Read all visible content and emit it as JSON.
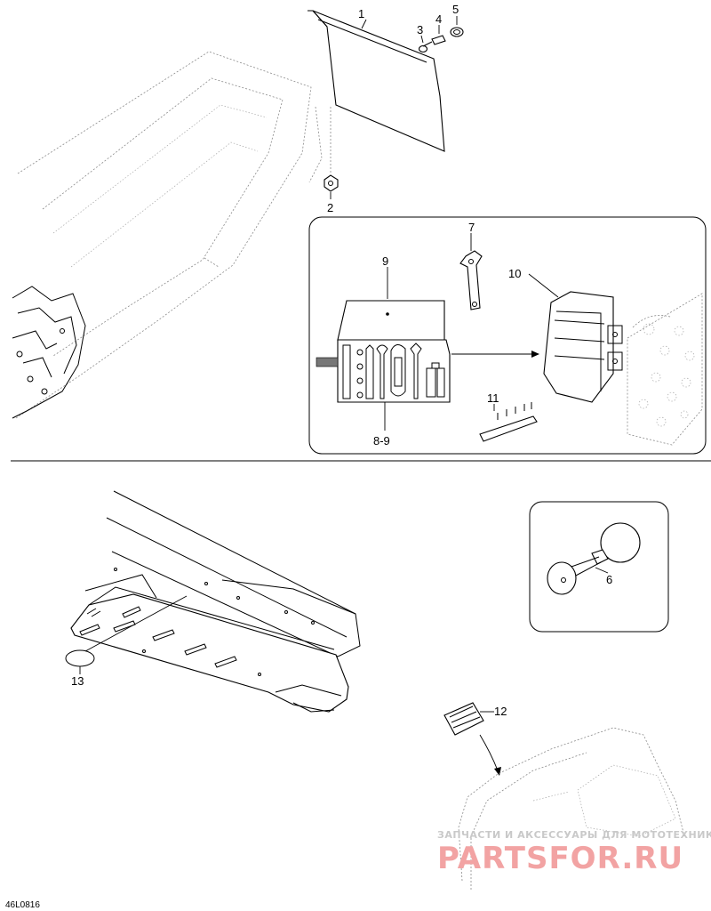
{
  "callouts": {
    "c1": "1",
    "c2": "2",
    "c3": "3",
    "c4": "4",
    "c5": "5",
    "c6": "6",
    "c7": "7",
    "c8_9": "8-9",
    "c9": "9",
    "c10": "10",
    "c11": "11",
    "c12": "12",
    "c13": "13"
  },
  "drawing_code": "46L0816",
  "watermark": {
    "line1": "ЗАПЧАСТИ И АКСЕССУАРЫ ДЛЯ МОТОТЕХНИКИ",
    "line2": "PARTSFOR.RU"
  },
  "colors": {
    "line": "#000000",
    "ghost_line": "#8a8a8a",
    "watermark_text": "#c9c9c9",
    "watermark_logo": "#f2a3a3"
  }
}
